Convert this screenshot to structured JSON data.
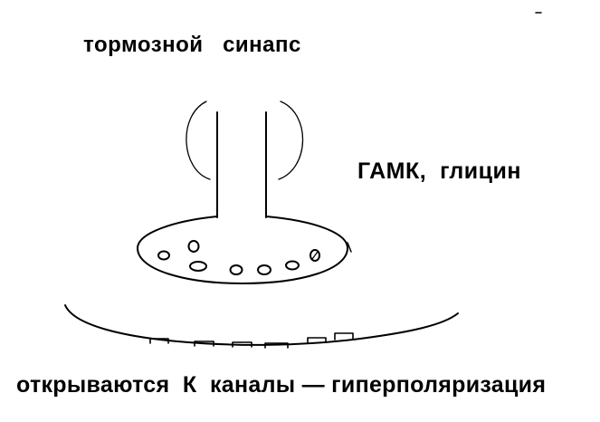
{
  "diagram": {
    "title": "тормозной   синапс",
    "transmitters": "ГАМК,  глицин",
    "effect": "открываются  К  каналы — гиперполяризация",
    "colors": {
      "ink": "#000000",
      "background": "#ffffff"
    }
  }
}
